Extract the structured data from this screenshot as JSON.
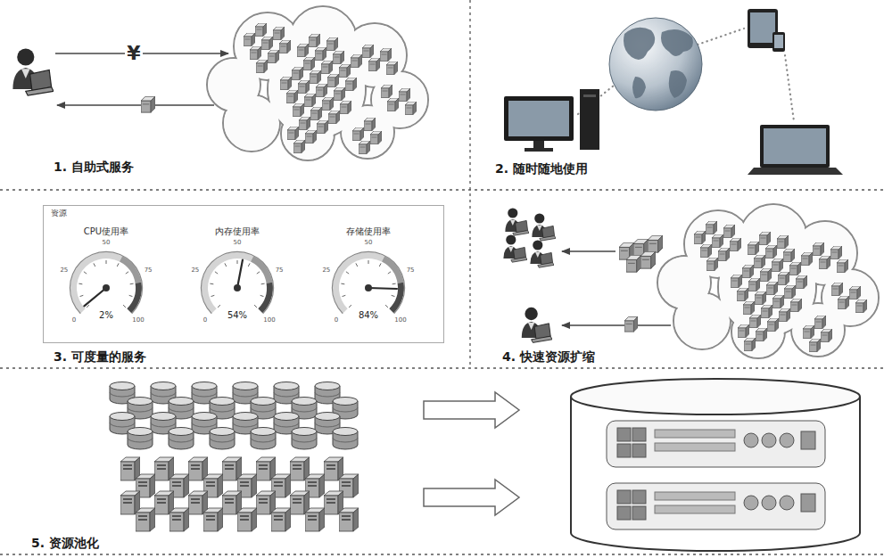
{
  "diagram": {
    "nodes": [
      {
        "text": [
          "1. 自助式服务"
        ]
      },
      {
        "text": [
          "2. 随时随地使用"
        ]
      },
      {
        "text": [
          "3. 可度量的服务"
        ]
      },
      {
        "text": [
          "资源"
        ],
        "in": 2
      },
      {
        "text": [
          "CPU使用率",
          "2%"
        ],
        "in": 3
      },
      {
        "text": [
          "内存使用率",
          "54%"
        ],
        "in": 3
      },
      {
        "text": [
          "存储使用率",
          "84%"
        ],
        "in": 3
      },
      {
        "text": [
          "4. 快速资源扩缩"
        ]
      },
      {
        "text": [
          "5. 资源池化"
        ]
      }
    ],
    "labels": [
      "¥",
      "0",
      "25",
      "50",
      "75",
      "100",
      "0",
      "25",
      "50",
      "75",
      "100",
      "0",
      "25",
      "50",
      "75",
      "100"
    ]
  }
}
